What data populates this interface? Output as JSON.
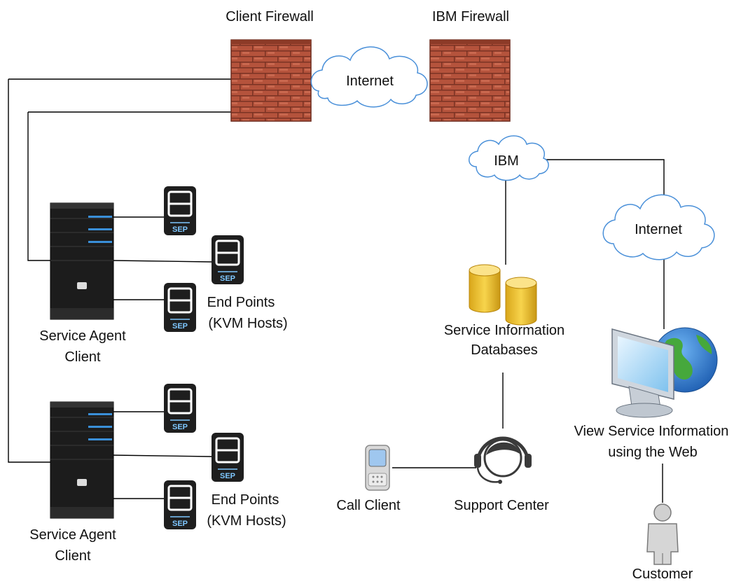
{
  "labels": {
    "client_firewall": "Client Firewall",
    "ibm_firewall": "IBM Firewall",
    "internet_top": "Internet",
    "ibm_cloud": "IBM",
    "internet_right": "Internet",
    "service_agent_1_line1": "Service Agent",
    "service_agent_1_line2": "Client",
    "service_agent_2_line1": "Service Agent",
    "service_agent_2_line2": "Client",
    "end_points_1_line1": "End Points",
    "end_points_1_line2": "(KVM Hosts)",
    "end_points_2_line1": "End Points",
    "end_points_2_line2": "(KVM Hosts)",
    "databases_line1": "Service Information",
    "databases_line2": "Databases",
    "call_client": "Call Client",
    "support_center": "Support Center",
    "view_line1": "View Service Information",
    "view_line2": "using the Web",
    "customer": "Customer"
  },
  "sep_badge": "SEP",
  "colors": {
    "brick": "#b5533c",
    "mortar": "#7a3324",
    "cloud_stroke": "#4a90d9",
    "server_body": "#1c1c1c",
    "server_accent": "#3a8fd8",
    "db_fill": "#f2c230",
    "db_top": "#fbe38a",
    "monitor_screen": "#9fd3f5",
    "globe_blue": "#1f6fc9",
    "globe_green": "#46a83c"
  }
}
